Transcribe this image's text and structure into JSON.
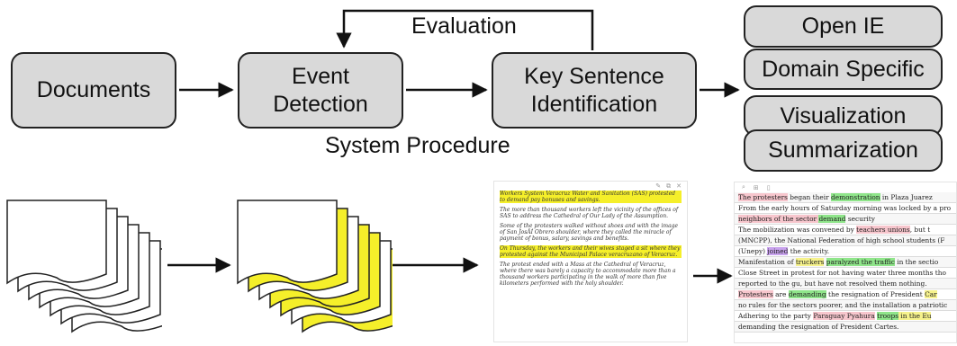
{
  "diagram": {
    "boxes": {
      "documents": "Documents",
      "event_detection": "Event\nDetection",
      "key_sentence": "Key Sentence\nIdentification",
      "open_ie": "Open IE",
      "domain_specific": "Domain Specific",
      "visualization": "Visualization",
      "summarization": "Summarization"
    },
    "feedback_label": "Evaluation",
    "caption": "System Procedure"
  },
  "document_pane": {
    "paragraphs": [
      "Workers System Veracruz Water and Sanitation (SAS) protested to demand pay bonuses and savings.",
      "The more than thousand workers left the vicinity of the offices of SAS to address the Cathedral of Our Lady of the Assumption.",
      "Some of the protesters walked without shoes and with the image of San JosÃÍ Obrero shoulder, where they called the miracle of payment of bonus, salary, savings and benefits.",
      "On Thursday, the workers and their wives staged a sit where they protested against the Municipal Palace veracruzano of Veracruz.",
      "The protest ended with a Mass at the Cathedral of Veracruz, where there was barely a capacity to accommodate more than a thousand workers participating in the walk of more than five kilometers performed with the holy shoulder."
    ]
  },
  "annotated_pane": {
    "rows": [
      [
        {
          "t": "The protesters",
          "c": "r"
        },
        {
          "t": " began their "
        },
        {
          "t": "demonstration",
          "c": "g"
        },
        {
          "t": " in Plaza Juarez"
        }
      ],
      [
        {
          "t": "From the early hours of Saturday morning was locked by a pro"
        }
      ],
      [
        {
          "t": "neighbors of the sector ",
          "c": "r"
        },
        {
          "t": "demand",
          "c": "g"
        },
        {
          "t": " security"
        }
      ],
      [
        {
          "t": "The mobilization was convened by "
        },
        {
          "t": "teachers unions",
          "c": "r"
        },
        {
          "t": ", but t"
        }
      ],
      [
        {
          "t": "(MNCPP), the National Federation of high school students (F"
        }
      ],
      [
        {
          "t": "(Unepy) "
        },
        {
          "t": "joined",
          "c": "p"
        },
        {
          "t": " the activity."
        }
      ],
      [
        {
          "t": "Manifestation of "
        },
        {
          "t": "truckers",
          "c": "y"
        },
        {
          "t": " "
        },
        {
          "t": "paralyzed the traffic",
          "c": "g"
        },
        {
          "t": " in the sectio"
        }
      ],
      [
        {
          "t": "Close Street in protest for not having water three months tho"
        }
      ],
      [
        {
          "t": "reported to the gu, but have not resolved them nothing."
        }
      ],
      [
        {
          "t": "Protesters",
          "c": "r"
        },
        {
          "t": " are "
        },
        {
          "t": "demanding",
          "c": "g"
        },
        {
          "t": " the resignation of President "
        },
        {
          "t": "Car",
          "c": "y"
        }
      ],
      [
        {
          "t": "no rules for the sectors poorer, and the installation a patriotic"
        }
      ],
      [
        {
          "t": "Adhering to the party "
        },
        {
          "t": "Paraguay Pyahura",
          "c": "r"
        },
        {
          "t": " "
        },
        {
          "t": "troops",
          "c": "g"
        },
        {
          "t": " in the Eu",
          "c": "y"
        }
      ],
      [
        {
          "t": "demanding the resignation of President Cartes."
        }
      ]
    ]
  },
  "colors": {
    "box_fill": "#d9d9d9",
    "highlight_yellow": "#f5ef2a",
    "highlight_red": "#f7c6cd",
    "highlight_green": "#8fe58a"
  }
}
